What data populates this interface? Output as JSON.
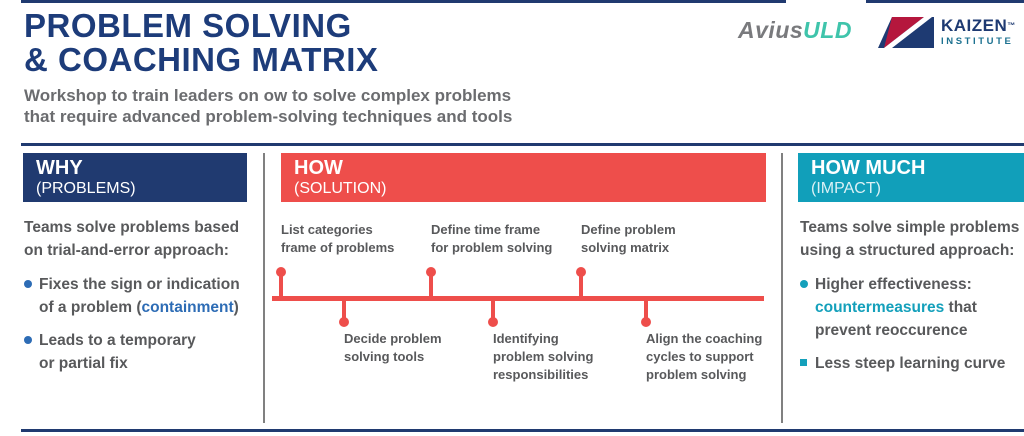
{
  "header": {
    "title_line1": "PROBLEM SOLVING",
    "title_line2": "& COACHING MATRIX",
    "subtitle_line1": "Workshop to train leaders on ow to solve complex problems",
    "subtitle_line2": "that require advanced problem-solving techniques and tools"
  },
  "logos": {
    "avius": {
      "name_gray": "Avius",
      "name_teal": "ULD"
    },
    "kaizen": {
      "name": "KAIZEN",
      "trademark": "™",
      "subtitle": "INSTITUTE"
    }
  },
  "columns": {
    "why": {
      "header": "WHY",
      "subheader": "(PROBLEMS)",
      "intro_line1": "Teams solve problems based",
      "intro_line2": "on trial-and-error approach:",
      "bullet1_line1": "Fixes the sign or indication",
      "bullet1_line2_pre": "of a problem (",
      "bullet1_line2_highlight": "containment",
      "bullet1_line2_post": ")",
      "bullet2_line1": "Leads to a temporary",
      "bullet2_line2": "or partial fix"
    },
    "how": {
      "header": "HOW",
      "subheader": "(SOLUTION)",
      "timeline_top": [
        {
          "line1": "List categories",
          "line2": "frame of problems"
        },
        {
          "line1": "Define time frame",
          "line2": "for problem solving"
        },
        {
          "line1": "Define problem",
          "line2": "solving matrix"
        }
      ],
      "timeline_bottom": [
        {
          "line1": "Decide problem",
          "line2": "solving tools"
        },
        {
          "line1": "Identifying",
          "line2": "problem solving",
          "line3": "responsibilities"
        },
        {
          "line1": "Align the coaching",
          "line2": "cycles to support",
          "line3": "problem solving"
        }
      ]
    },
    "how_much": {
      "header": "HOW MUCH",
      "subheader": "(IMPACT)",
      "intro_line1": "Teams solve simple problems",
      "intro_line2": "using a structured approach:",
      "bullet1_line1": "Higher effectiveness:",
      "bullet1_line2_highlight": "countermeasures",
      "bullet1_line2_post": " that",
      "bullet1_line3": "prevent reoccurence",
      "bullet2": "Less steep learning curve"
    }
  },
  "colors": {
    "navy": "#203a70",
    "title_navy": "#1d3c7a",
    "red": "#ee4e4b",
    "teal": "#119fba",
    "body_gray": "#58595b",
    "subtitle_gray": "#6b6c6f",
    "accent_blue": "#2d6cb5",
    "accent_teal": "#14a0bb",
    "divider_gray": "#808080",
    "avius_gray": "#797a7d",
    "avius_teal": "#3fc4ab",
    "kaizen_navy": "#1e3a72",
    "kaizen_red": "#b5173d",
    "kaizen_institute_teal": "#1d7291"
  }
}
